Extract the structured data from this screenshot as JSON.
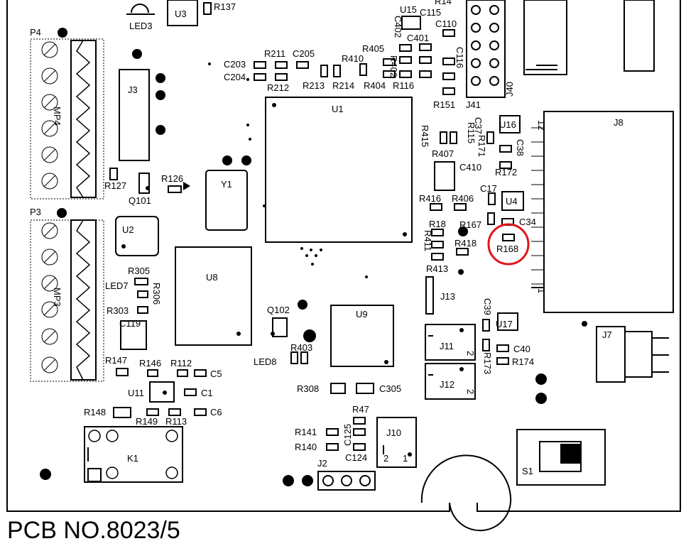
{
  "board": {
    "title": "PCB NO.8023/5",
    "highlight_color": "#e0161b",
    "highlighted_component": "R168"
  },
  "labels": {
    "P4": "P4",
    "P3": "P3",
    "MP4": "MP4",
    "MP3": "MP3",
    "LED3": "LED3",
    "U3": "U3",
    "R137": "R137",
    "J3": "J3",
    "R127": "R127",
    "Q101": "Q101",
    "R126": "R126",
    "Y1": "Y1",
    "U2": "U2",
    "U8": "U8",
    "R305": "R305",
    "LED7": "LED7",
    "R306": "R306",
    "R303": "R303",
    "C119": "C119",
    "R147": "R147",
    "R146": "R146",
    "R112": "R112",
    "C5": "C5",
    "U11": "U11",
    "C1": "C1",
    "R148": "R148",
    "R149": "R149",
    "R113": "R113",
    "C6": "C6",
    "K1": "K1",
    "C203": "C203",
    "C204": "C204",
    "R211": "R211",
    "C205": "C205",
    "R212": "R212",
    "R213": "R213",
    "R214": "R214",
    "R410": "R410",
    "R405": "R405",
    "R402": "R402",
    "R404": "R404",
    "R116": "R116",
    "C402": "C402",
    "U15": "U15",
    "C115": "C115",
    "R14": "R14",
    "C110": "C110",
    "C401": "C401",
    "C116": "C116",
    "R151": "R151",
    "J41": "J41",
    "J40": "J40",
    "U1": "U1",
    "C37": "C37",
    "U16": "U16",
    "R415": "R415",
    "R115": "R115",
    "R171": "R171",
    "C38": "C38",
    "R407": "R407",
    "C410": "C410",
    "R172": "R172",
    "C17": "C17",
    "U4": "U4",
    "R416": "R416",
    "R406": "R406",
    "R18": "R18",
    "R167": "R167",
    "C34": "C34",
    "R411": "R411",
    "R418": "R418",
    "R168": "R168",
    "R413": "R413",
    "J13": "J13",
    "J8": "J8",
    "J8_pin12": "12",
    "J8_pin1": "1",
    "C39": "C39",
    "U17": "U17",
    "J7": "J7",
    "J11": "J11",
    "J12": "J12",
    "pin2a": "2",
    "pin2b": "2",
    "R173": "R173",
    "C40": "C40",
    "R174": "R174",
    "Q102": "Q102",
    "U9": "U9",
    "R403": "R403",
    "LED8": "LED8",
    "R308": "R308",
    "C305": "C305",
    "R47": "R47",
    "R141": "R141",
    "C125": "C125",
    "R140": "R140",
    "C124": "C124",
    "J10": "J10",
    "J10_pin2": "2",
    "J10_pin1": "1",
    "J2": "J2",
    "S1": "S1"
  }
}
